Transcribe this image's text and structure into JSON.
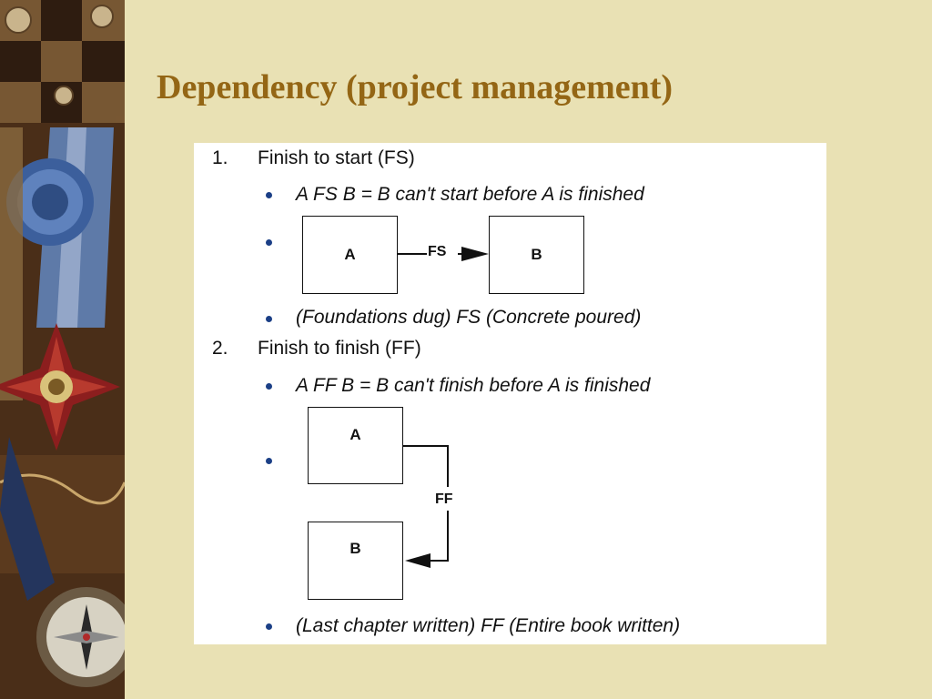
{
  "slide": {
    "title": "Dependency (project management)"
  },
  "sections": [
    {
      "number": "1.",
      "heading": "Finish to start (FS)",
      "definition": "A FS B = B can't start before A is finished",
      "diagram": {
        "box_a": "A",
        "box_b": "B",
        "relation": "FS"
      },
      "example": "(Foundations dug) FS (Concrete poured)"
    },
    {
      "number": "2.",
      "heading": "Finish to finish (FF)",
      "definition": "A FF B = B can't finish before A is finished",
      "diagram": {
        "box_a": "A",
        "box_b": "B",
        "relation": "FF"
      },
      "example": "(Last chapter written) FF (Entire book written)"
    }
  ],
  "colors": {
    "background": "#e9e1b4",
    "title": "#946615",
    "bullet": "#1b3f86",
    "figure_background": "#ffffff"
  }
}
